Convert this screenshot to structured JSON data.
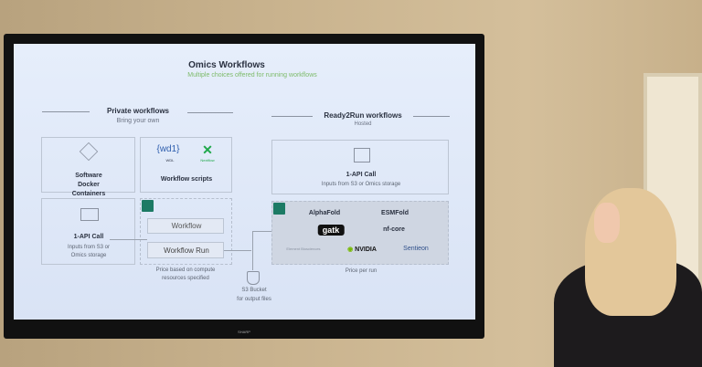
{
  "slide": {
    "title": "Omics Workflows",
    "subtitle": "Multiple choices offered for running workflows",
    "private": {
      "title": "Private workflows",
      "subtitle": "Bring your own",
      "containers": "Software\nDocker Containers",
      "wdl": "{wd1}",
      "wdl_label": "WDL",
      "nextflow_label": "Nextflow",
      "scripts": "Workflow scripts",
      "api_title": "1-API Call",
      "api_desc_1": "Inputs from S3 or",
      "api_desc_2": "Omics storage",
      "workflow": "Workflow",
      "workflow_run": "Workflow Run",
      "price_1": "Price based on compute",
      "price_2": "resources specified"
    },
    "bucket": {
      "line1": "S3 Bucket",
      "line2": "for output files"
    },
    "ready2run": {
      "title": "Ready2Run workflows",
      "subtitle": "Hosted",
      "api_title": "1-API Call",
      "api_desc": "Inputs from S3 or Omics storage",
      "providers": [
        "AlphaFold",
        "ESMFold",
        "gatk",
        "nf-core",
        "Element Biosciences",
        "NVIDIA",
        "Sentieon"
      ],
      "price": "Price per run"
    }
  },
  "tv_brand": "SHARP",
  "colors": {
    "accent_green": "#7dbb6a",
    "aws_icon": "#1c7a64",
    "nextflow": "#1fa84a"
  }
}
